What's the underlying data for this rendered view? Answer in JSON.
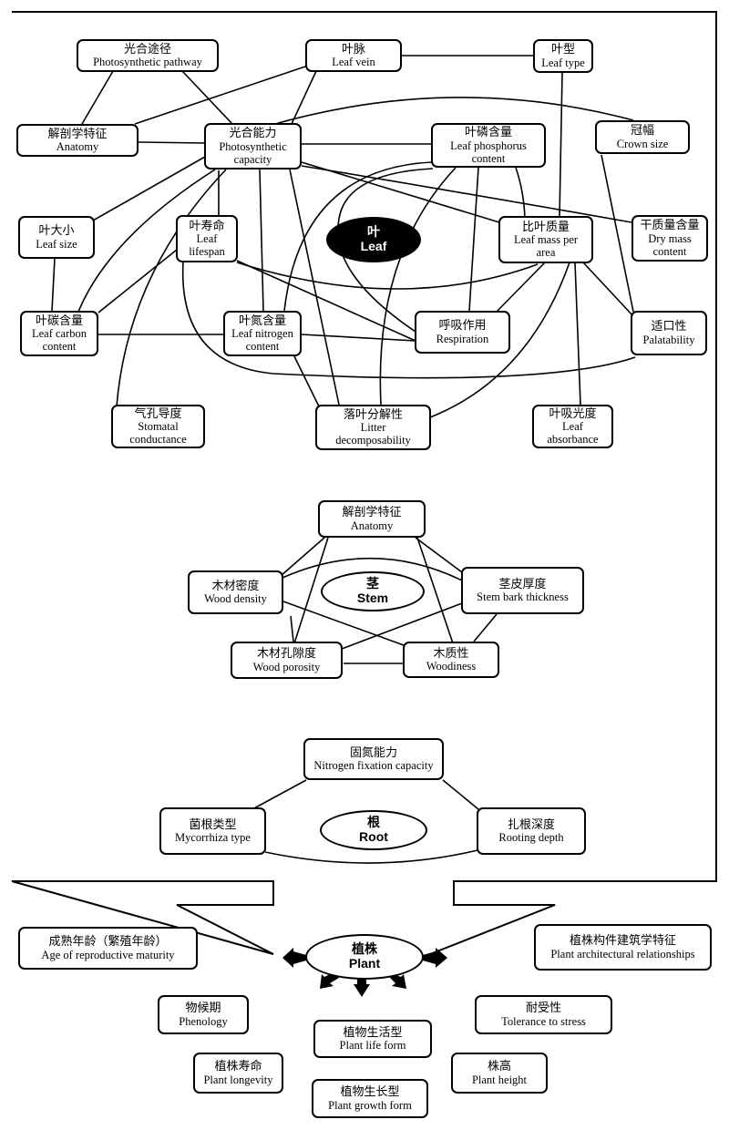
{
  "leaf": {
    "center": {
      "zh": "叶",
      "en": "Leaf"
    },
    "nodes": {
      "photosynthetic_pathway": {
        "zh": "光合途径",
        "en": "Photosynthetic pathway"
      },
      "leaf_vein": {
        "zh": "叶脉",
        "en": "Leaf vein"
      },
      "leaf_type": {
        "zh": "叶型",
        "en": "Leaf type"
      },
      "anatomy": {
        "zh": "解剖学特征",
        "en": "Anatomy"
      },
      "photosynthetic_capacity": {
        "zh": "光合能力",
        "en": "Photosynthetic\ncapacity"
      },
      "leaf_phosphorus": {
        "zh": "叶磷含量",
        "en": "Leaf phosphorus\ncontent"
      },
      "crown_size": {
        "zh": "冠幅",
        "en": "Crown size"
      },
      "leaf_size": {
        "zh": "叶大小",
        "en": "Leaf size"
      },
      "leaf_lifespan": {
        "zh": "叶寿命",
        "en": "Leaf\nlifespan"
      },
      "leaf_mass_per_area": {
        "zh": "比叶质量",
        "en": "Leaf mass per\narea"
      },
      "dry_mass": {
        "zh": "干质量含量",
        "en": "Dry mass\ncontent"
      },
      "leaf_carbon": {
        "zh": "叶碳含量",
        "en": "Leaf carbon\ncontent"
      },
      "leaf_nitrogen": {
        "zh": "叶氮含量",
        "en": "Leaf nitrogen\ncontent"
      },
      "respiration": {
        "zh": "呼吸作用",
        "en": "Respiration"
      },
      "palatability": {
        "zh": "适口性",
        "en": "Palatability"
      },
      "stomatal": {
        "zh": "气孔导度",
        "en": "Stomatal\nconductance"
      },
      "litter": {
        "zh": "落叶分解性",
        "en": "Litter\ndecomposability"
      },
      "absorbance": {
        "zh": "叶吸光度",
        "en": "Leaf\nabsorbance"
      }
    }
  },
  "stem": {
    "center": {
      "zh": "茎",
      "en": "Stem"
    },
    "nodes": {
      "anatomy": {
        "zh": "解剖学特征",
        "en": "Anatomy"
      },
      "wood_density": {
        "zh": "木材密度",
        "en": "Wood density"
      },
      "bark": {
        "zh": "茎皮厚度",
        "en": "Stem bark thickness"
      },
      "wood_porosity": {
        "zh": "木材孔隙度",
        "en": "Wood porosity"
      },
      "woodiness": {
        "zh": "木质性",
        "en": "Woodiness"
      }
    }
  },
  "root": {
    "center": {
      "zh": "根",
      "en": "Root"
    },
    "nodes": {
      "nitrogen_fixation": {
        "zh": "固氮能力",
        "en": "Nitrogen fixation capacity"
      },
      "mycorrhiza": {
        "zh": "菌根类型",
        "en": "Mycorrhiza type"
      },
      "rooting_depth": {
        "zh": "扎根深度",
        "en": "Rooting depth"
      }
    }
  },
  "plant": {
    "center": {
      "zh": "植株",
      "en": "Plant"
    },
    "nodes": {
      "maturity": {
        "zh": "成熟年龄（繁殖年龄）",
        "en": "Age of reproductive maturity"
      },
      "architecture": {
        "zh": "植株构件建筑学特征",
        "en": "Plant architectural relationships"
      },
      "phenology": {
        "zh": "物候期",
        "en": "Phenology"
      },
      "tolerance": {
        "zh": "耐受性",
        "en": "Tolerance to stress"
      },
      "life_form": {
        "zh": "植物生活型",
        "en": "Plant life form"
      },
      "longevity": {
        "zh": "植株寿命",
        "en": "Plant longevity"
      },
      "height": {
        "zh": "株高",
        "en": "Plant height"
      },
      "growth_form": {
        "zh": "植物生长型",
        "en": "Plant growth form"
      }
    }
  }
}
